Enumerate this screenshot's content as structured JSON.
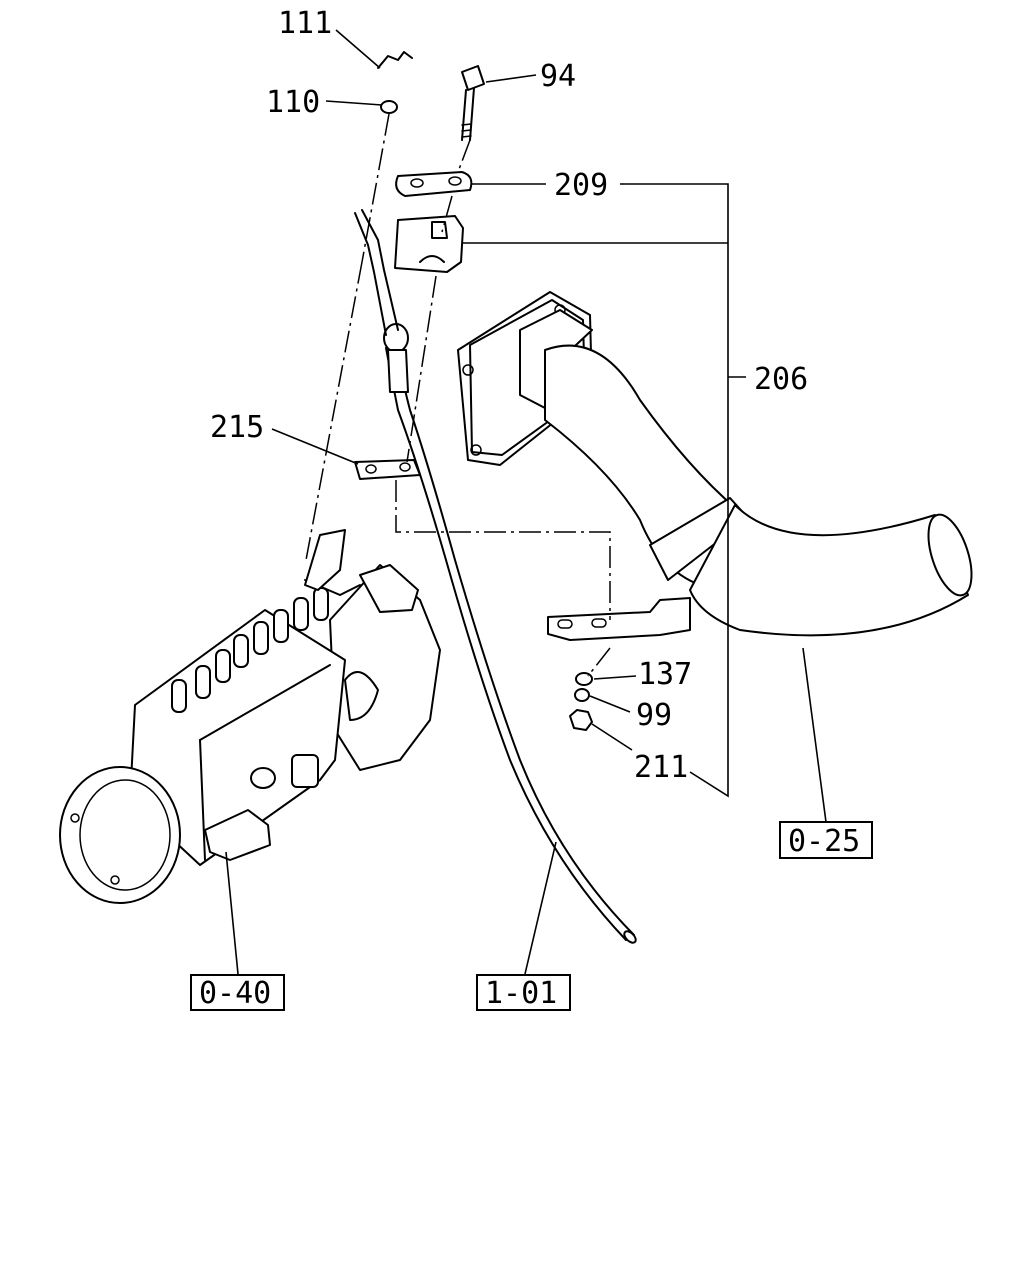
{
  "callouts": {
    "c111": "111",
    "c110": "110",
    "c94": "94",
    "c209": "209",
    "c206": "206",
    "c215": "215",
    "c137": "137",
    "c99": "99",
    "c211": "211"
  },
  "references": {
    "r025": "0-25",
    "r040": "0-40",
    "r101": "1-01"
  }
}
